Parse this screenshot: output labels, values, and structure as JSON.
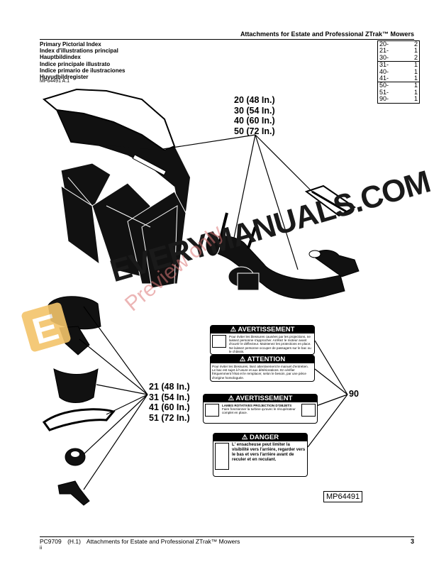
{
  "header": {
    "title": "Attachments for Estate and Professional ZTrak™ Mowers"
  },
  "index": {
    "titles": [
      "Primary Pictorial Index",
      "Index d'illustrations principal",
      "Hauptbildindex",
      "Indice principale illustrato",
      "Indice primario de ilustraciones",
      "Huvudbildregister"
    ],
    "drawing_ref": "MP64491 A.1",
    "table": [
      {
        "key": "20-",
        "value": "2"
      },
      {
        "key": "21-",
        "value": "1"
      },
      {
        "key": "30-",
        "value": "2"
      },
      {
        "key": "31-",
        "value": "1"
      },
      {
        "key": "40-",
        "value": "1"
      },
      {
        "key": "41-",
        "value": "1"
      },
      {
        "key": "50-",
        "value": "1"
      },
      {
        "key": "51-",
        "value": "1"
      },
      {
        "key": "90-",
        "value": "1"
      }
    ]
  },
  "callouts": {
    "group_a": [
      "20 (48 In.)",
      "30 (54 In.)",
      "40 (60 In.)",
      "50 (72 In.)"
    ],
    "group_b": [
      "21 (48 In.)",
      "31 (54 In.)",
      "41 (60 In.)",
      "51 (72 In.)"
    ],
    "group_c": "90"
  },
  "labels": {
    "avertissement": {
      "heading": "⚠ AVERTISSEMENT",
      "text": "Pour éviter les blessures causées par les projections, ne laissez personne s'approcher. Arrêtez le moteur avant d'ouvrir le déflecteur. Maintenez les protections en place. Ne laissez personne occuper de passagers sur le bac ou le châssis."
    },
    "attention": {
      "heading": "⚠ ATTENTION",
      "text": "Pour éviter les blessures, lisez attentivement le manuel d'entretien. Le bac est sujet à l'usure et aux détériorations. En vérifier fréquemment l'état et le remplacer, selon le besoin, par une pièce d'origine homologuée."
    },
    "avertissement2": {
      "heading": "⚠ AVERTISSEMENT",
      "subheading": "LAMES ROTATIVES PROJECTION D'OBJETS",
      "text": "Faire fonctionner la turbine qu'avec le récupérateur complet en place."
    },
    "danger": {
      "heading": "⚠ DANGER",
      "text": "L' ensacheuse peut limiter la visibilité vers l'arrière, regarder vers le bas et vers l'arrière avant de reculer et en reculant."
    }
  },
  "figure_id": "MP64491",
  "watermark": {
    "text": "EVERYMANUALS.COM",
    "preview": "Preview only"
  },
  "footer": {
    "doc": "PC9709",
    "rev": "(H.1)",
    "title": "Attachments for Estate and Professional ZTrak™ Mowers",
    "sub": "ii",
    "page": "3"
  }
}
